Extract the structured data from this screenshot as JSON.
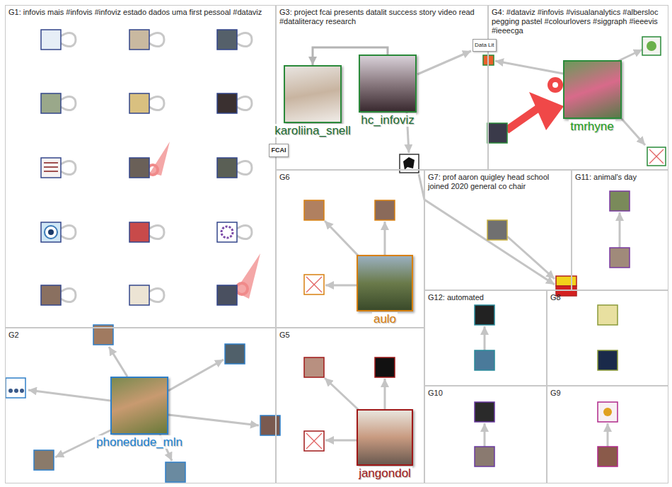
{
  "diagram": {
    "nodes": [
      {
        "text": [
          "G1: infovis mais #infovis #infoviz estado dados uma first pessoal #dataviz"
        ]
      },
      {
        "text": [
          "G2"
        ]
      },
      {
        "text": [
          "G3: project fcai presents datalit success story video read #dataliteracy research"
        ]
      },
      {
        "text": [
          "G4: #dataviz #infovis #visualanalytics #albersloc pegging pastel #colourlovers #siggraph #ieeevis #ieeecga"
        ]
      },
      {
        "text": [
          "G5"
        ]
      },
      {
        "text": [
          "G6"
        ]
      },
      {
        "text": [
          "G7: prof aaron quigley head school joined 2020 general co chair"
        ]
      },
      {
        "text": [
          "G8"
        ]
      },
      {
        "text": [
          "G9"
        ]
      },
      {
        "text": [
          "G10"
        ]
      },
      {
        "text": [
          "G11: animal's day"
        ]
      },
      {
        "text": [
          "G12: automated"
        ]
      },
      {
        "text": [
          "phonedude_mln"
        ],
        "in": 1
      },
      {
        "text": [
          "karoliina_snell"
        ],
        "in": 2
      },
      {
        "text": [
          "hc_infoviz"
        ],
        "in": 2
      },
      {
        "text": [
          "tmrhyne"
        ],
        "in": 3
      },
      {
        "text": [
          "jangondol"
        ],
        "in": 4
      },
      {
        "text": [
          "aulo"
        ],
        "in": 5
      }
    ],
    "edges": [
      {
        "from": 14,
        "to": 13,
        "arrow": "to"
      }
    ],
    "labels": [
      "FCAI",
      "Data Lit"
    ]
  }
}
